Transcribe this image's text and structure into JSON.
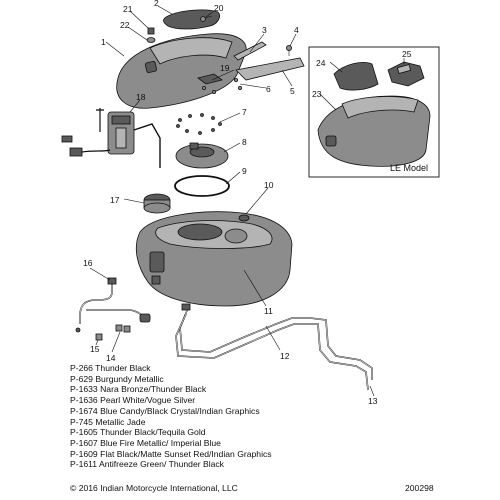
{
  "callouts": {
    "c1": "1",
    "c2": "2",
    "c3": "3",
    "c4": "4",
    "c5": "5",
    "c6": "6",
    "c7": "7",
    "c8": "8",
    "c9": "9",
    "c10": "10",
    "c11": "11",
    "c12": "12",
    "c13": "13",
    "c14": "14",
    "c15": "15",
    "c16": "16",
    "c17": "17",
    "c18": "18",
    "c19": "19",
    "c20": "20",
    "c21": "21",
    "c22": "22",
    "c23": "23",
    "c24": "24",
    "c25": "25"
  },
  "inset": {
    "label": "LE Model"
  },
  "paint_codes": [
    "P-266 Thunder Black",
    "P-629  Burgundy Metallic",
    "P-1633 Nara Bronze/Thunder Black",
    "P-1636 Pearl White/Vogue Silver",
    "P-1674 Blue Candy/Black Crystal/Indian Graphics",
    "P-745  Metallic Jade",
    "P-1605 Thunder Black/Tequila Gold",
    "P-1607 Blue Fire Metallic/ Imperial Blue",
    "P-1609 Flat Black/Matte Sunset Red/Indian Graphics",
    "P-1611 Antifreeze Green/ Thunder Black"
  ],
  "footer": {
    "copyright": "© 2016 Indian Motorcycle International, LLC",
    "reference": "200298"
  }
}
